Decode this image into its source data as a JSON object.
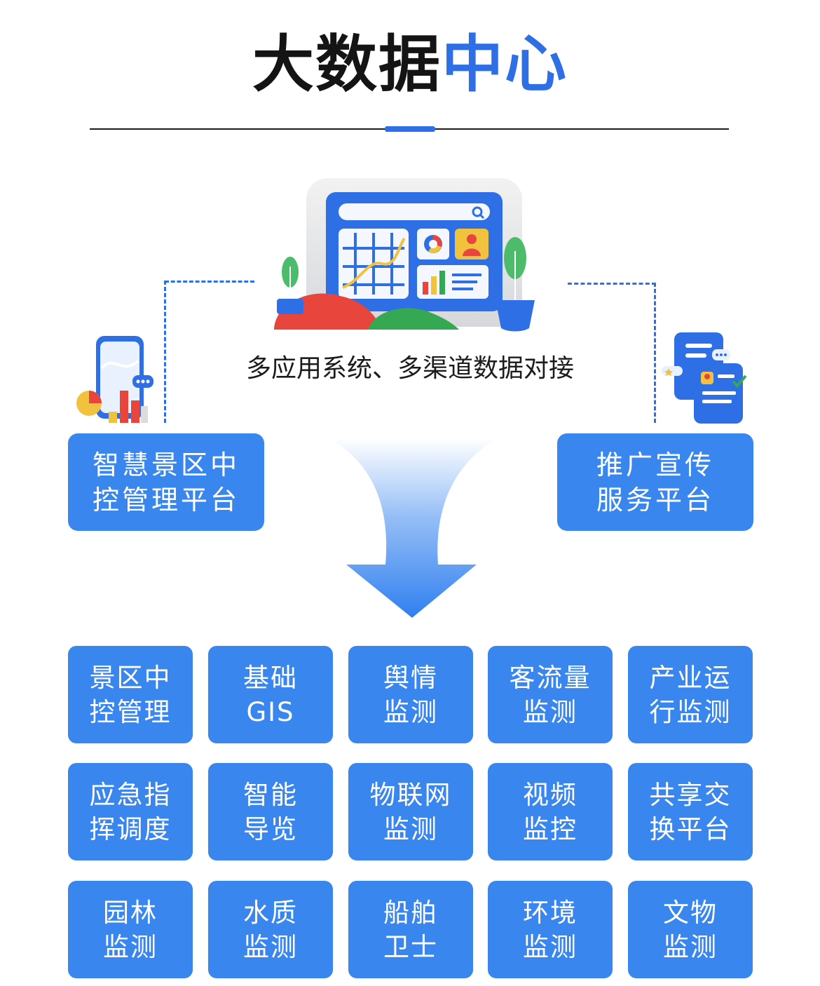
{
  "title": {
    "part_dark": "大数据",
    "part_blue": "中心"
  },
  "subtitle": "多应用系统、多渠道数据对接",
  "left_platform": {
    "line1": "智慧景区中",
    "line2": "控管理平台"
  },
  "right_platform": {
    "line1": "推广宣传",
    "line2": "服务平台"
  },
  "modules": [
    {
      "line1": "景区中",
      "line2": "控管理"
    },
    {
      "line1": "基础",
      "line2": "GIS"
    },
    {
      "line1": "舆情",
      "line2": "监测"
    },
    {
      "line1": "客流量",
      "line2": "监测"
    },
    {
      "line1": "产业运",
      "line2": "行监测"
    },
    {
      "line1": "应急指",
      "line2": "挥调度"
    },
    {
      "line1": "智能",
      "line2": "导览"
    },
    {
      "line1": "物联网",
      "line2": "监测"
    },
    {
      "line1": "视频",
      "line2": "监控"
    },
    {
      "line1": "共享交",
      "line2": "换平台"
    },
    {
      "line1": "园林",
      "line2": "监测"
    },
    {
      "line1": "水质",
      "line2": "监测"
    },
    {
      "line1": "船舶",
      "line2": "卫士"
    },
    {
      "line1": "环境",
      "line2": "监测"
    },
    {
      "line1": "文物",
      "line2": "监测"
    }
  ],
  "colors": {
    "accent": "#2f6fe6",
    "box": "#3a86ef",
    "dark": "#141414"
  },
  "icons": [
    "dashboard-illustration-icon",
    "phone-chart-icon",
    "document-scroll-icon",
    "down-arrow-icon"
  ]
}
